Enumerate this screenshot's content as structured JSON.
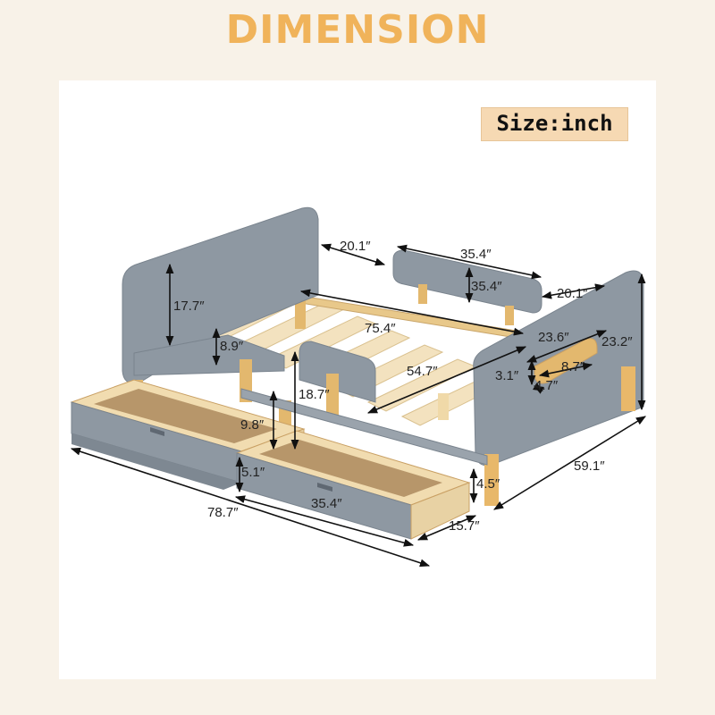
{
  "title": "DIMENSION",
  "size_label": "Size:inch",
  "colors": {
    "title": "#f0b35a",
    "background": "#f8f2e8",
    "panel": "#ffffff",
    "badge": "#f6d9b3",
    "bed_gray": "#8a949e",
    "wood": "#e3b86e",
    "drawer_bottom": "#b89a6e"
  },
  "dimensions": {
    "headboard_top_width": "20.1″",
    "side_rail_width": "35.4″",
    "side_rail_height": "35.4″",
    "footboard_top_width": "20.1″",
    "headboard_height": "17.7″",
    "bed_length_inner": "75.4″",
    "footboard_width": "23.6″",
    "footboard_height": "23.2″",
    "guard_height": "8.9″",
    "handle_width": "8.7″",
    "handle_height": "3.1″",
    "handle_depth": "4.7″",
    "bed_width_inner": "54.7″",
    "rail_leg_height": "18.7″",
    "drawer_height_total": "9.8″",
    "drawer_height": "5.1″",
    "drawer_length": "35.4″",
    "drawer_leg_height": "4.5″",
    "overall_length": "78.7″",
    "drawer_depth": "15.7″",
    "overall_width": "59.1″"
  }
}
